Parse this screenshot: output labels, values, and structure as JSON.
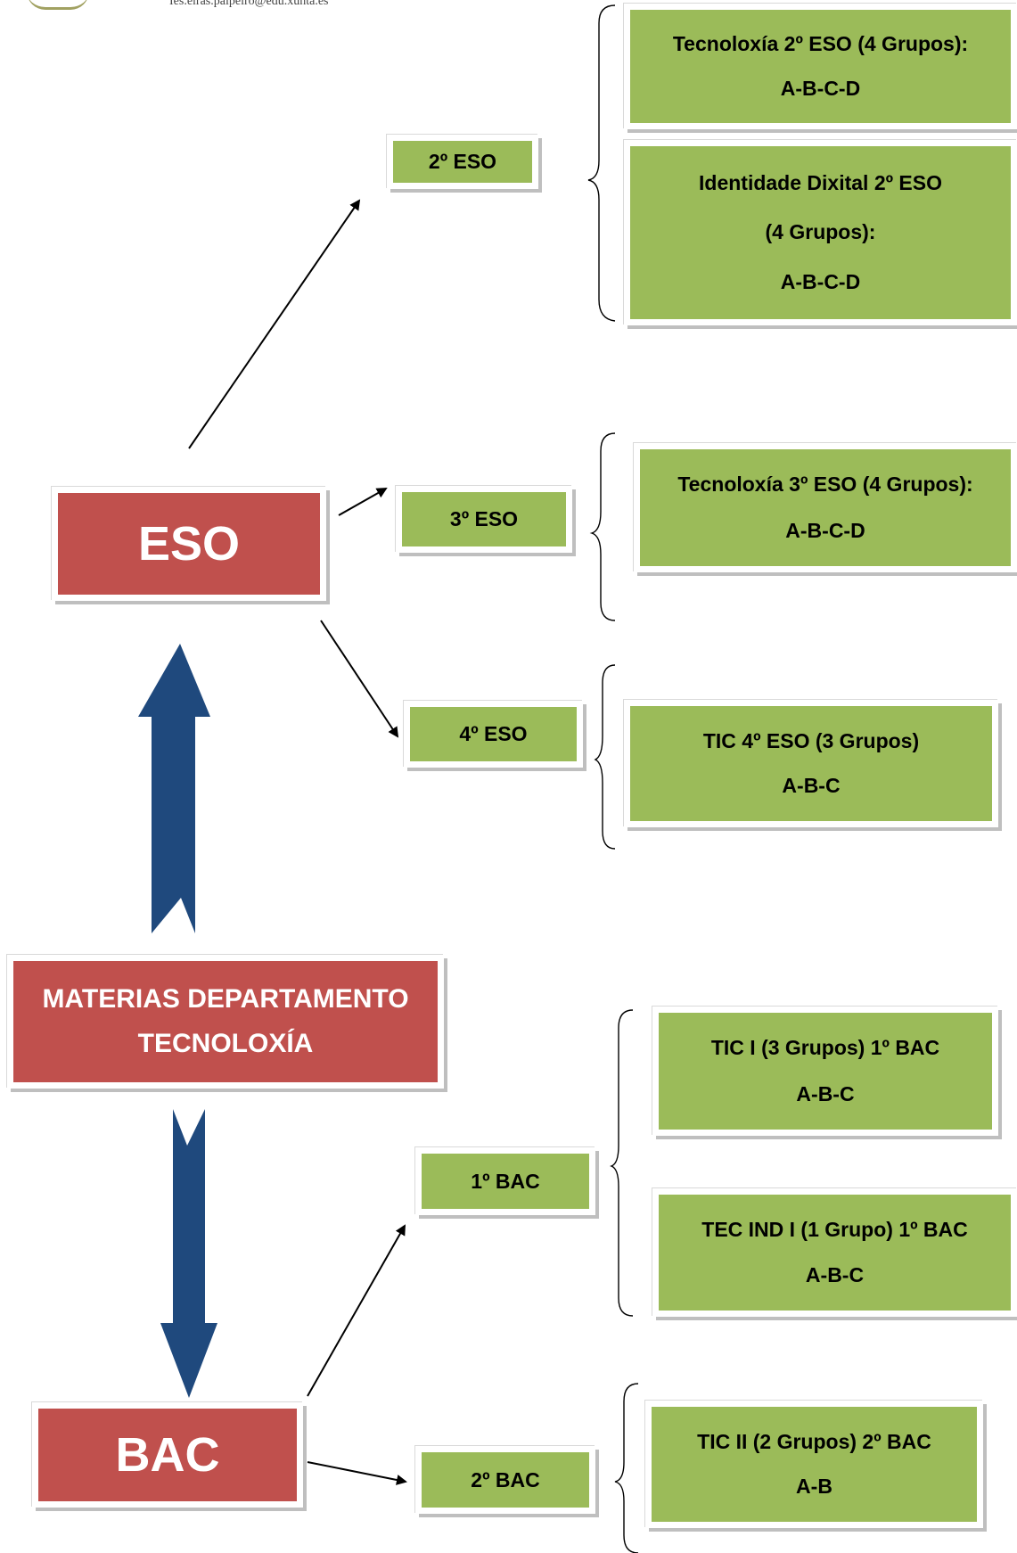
{
  "header": {
    "contact": "Ies.eiras.paipeiro@edu.xunta.es"
  },
  "diagram": {
    "root": {
      "lines": [
        "MATERIAS DEPARTAMENTO",
        "TECNOLOXÍA"
      ]
    },
    "eso": {
      "label": "ESO",
      "levels": [
        {
          "label": "2º ESO",
          "subjects": [
            {
              "lines": [
                "Tecnoloxía 2º ESO (4 Grupos):",
                "A-B-C-D"
              ]
            },
            {
              "lines": [
                "Identidade Dixital 2º ESO",
                "(4 Grupos):",
                "A-B-C-D"
              ]
            }
          ]
        },
        {
          "label": "3º ESO",
          "subjects": [
            {
              "lines": [
                "Tecnoloxía 3º ESO (4 Grupos):",
                "A-B-C-D"
              ]
            }
          ]
        },
        {
          "label": "4º ESO",
          "subjects": [
            {
              "lines": [
                "TIC 4º ESO  (3 Grupos)",
                "A-B-C"
              ]
            }
          ]
        }
      ]
    },
    "bac": {
      "label": "BAC",
      "levels": [
        {
          "label": "1º BAC",
          "subjects": [
            {
              "lines": [
                "TIC I (3 Grupos)   1º BAC",
                "A-B-C"
              ]
            },
            {
              "lines": [
                "TEC IND I (1 Grupo)    1º BAC",
                "A-B-C"
              ]
            }
          ]
        },
        {
          "label": "2º BAC",
          "subjects": [
            {
              "lines": [
                "TIC II (2 Grupos)  2º BAC",
                "A-B"
              ]
            }
          ]
        }
      ]
    }
  },
  "colors": {
    "red_box": "#c0504d",
    "green_box": "#9bbb59",
    "big_arrow": "#1f497d",
    "connector": "#000000"
  }
}
